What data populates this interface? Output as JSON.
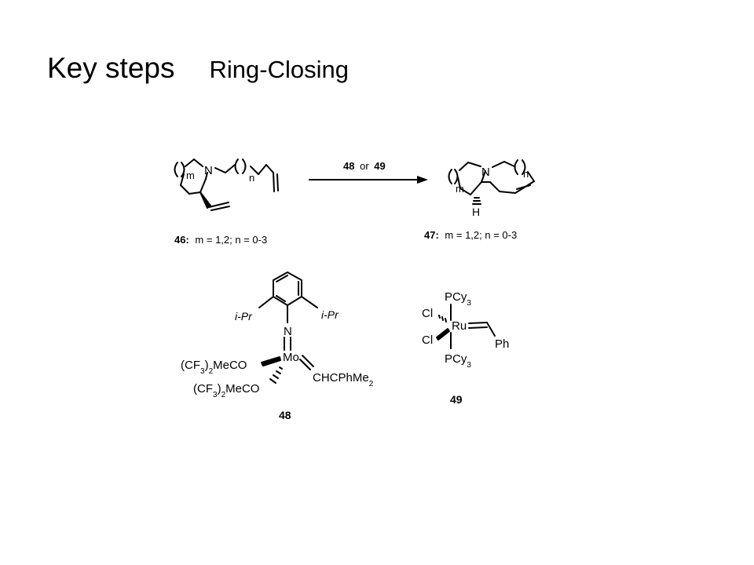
{
  "slide": {
    "title": "Key steps",
    "subtitle": "Ring-Closing"
  },
  "reaction": {
    "reagents": {
      "cat1": "48",
      "or": "or",
      "cat2": "49"
    },
    "substrate": {
      "index_m": "m",
      "index_n": "n",
      "n_atom": "N",
      "caption_id": "46:",
      "caption_text": "m = 1,2; n = 0-3"
    },
    "product": {
      "index_m": "m",
      "index_n": "n",
      "n_atom": "N",
      "h_atom": "H",
      "caption_id": "47:",
      "caption_text": "m = 1,2; n = 0-3"
    }
  },
  "catalyst_48": {
    "ipr_left": "i-Pr",
    "ipr_right": "i-Pr",
    "n_atom": "N",
    "mo_atom": "Mo",
    "ligand_top_html": "(CF<tspan baseline-shift='sub' font-size='10'>3</tspan>)<tspan baseline-shift='sub' font-size='10'>2</tspan>MeCO",
    "ligand_bottom_html": "(CF<tspan baseline-shift='sub' font-size='10'>3</tspan>)<tspan baseline-shift='sub' font-size='10'>2</tspan>MeCO",
    "alkylidene": "CHCPhMe",
    "alkylidene_sub": "2",
    "label": "48"
  },
  "catalyst_49": {
    "pcy_top": "PCy",
    "pcy_top_sub": "3",
    "cl1": "Cl",
    "cl2": "Cl",
    "ru_atom": "Ru",
    "ph": "Ph",
    "pcy_bottom": "PCy",
    "pcy_bottom_sub": "3",
    "label": "49"
  }
}
